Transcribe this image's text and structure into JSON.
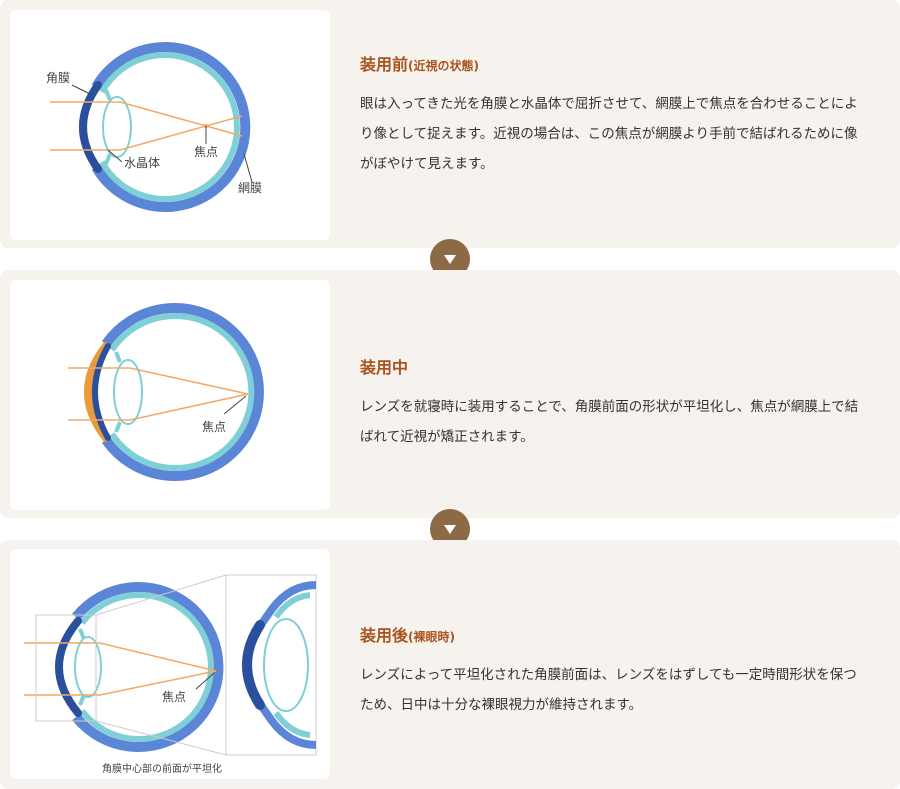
{
  "steps": [
    {
      "title": "装用前",
      "subtitle": "(近視の状態)",
      "body": "眼は入ってきた光を角膜と水晶体で屈折させて、網膜上で焦点を合わせることにより像として捉えます。近視の場合は、この焦点が網膜より手前で結ばれるために像がぼやけて見えます。",
      "labels": {
        "cornea": "角膜",
        "lens": "水晶体",
        "focus": "焦点",
        "retina": "網膜"
      }
    },
    {
      "title": "装用中",
      "subtitle": "",
      "body": "レンズを就寝時に装用することで、角膜前面の形状が平坦化し、焦点が網膜上で結ばれて近視が矯正されます。",
      "labels": {
        "focus": "焦点"
      }
    },
    {
      "title": "装用後",
      "subtitle": "(裸眼時)",
      "body": "レンズによって平坦化された角膜前面は、レンズをはずしても一定時間形状を保つため、日中は十分な裸眼視力が維持されます。",
      "labels": {
        "focus": "焦点",
        "caption": "角膜中心部の前面が平坦化"
      }
    }
  ],
  "colors": {
    "panel_bg": "#f6f2ee",
    "heading": "#a9541e",
    "arrow_bg": "#8b6a45",
    "sclera": "#5b86d8",
    "choroid": "#7fcfd6",
    "cornea": "#2a4f9c",
    "light_ray": "#f2a86a",
    "contact_lens": "#e89a3c"
  },
  "icons": {
    "step_arrow": "triangle-down-icon"
  }
}
